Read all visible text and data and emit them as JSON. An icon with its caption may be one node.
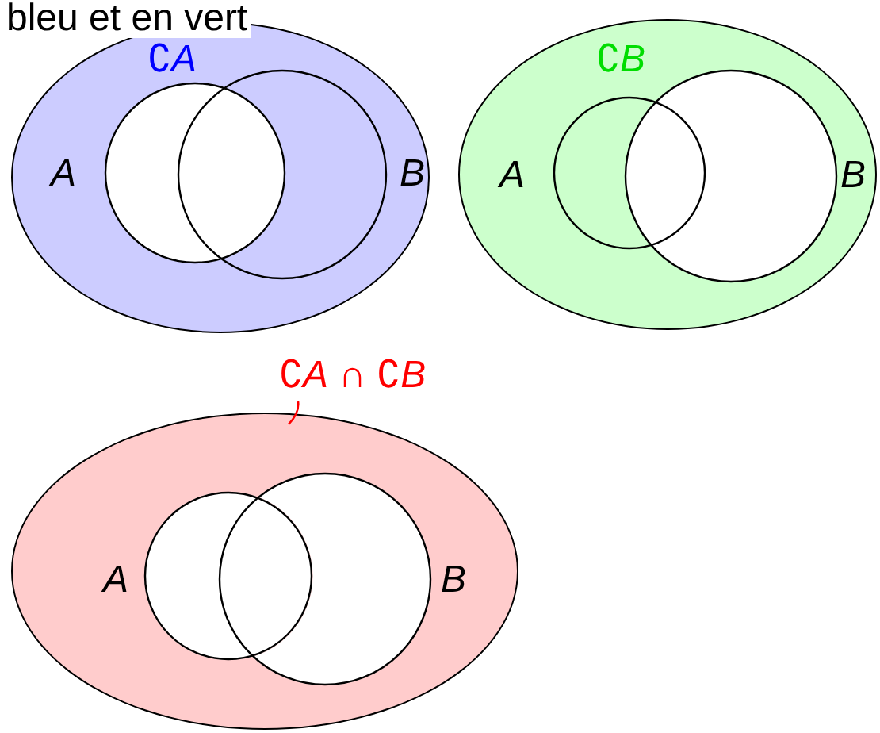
{
  "diagram": {
    "nodes": [
      {
        "text": [
          "∁*A*"
        ]
      },
      {
        "text": [
          "*A*"
        ],
        "in": 0
      },
      {
        "text": [
          "*B*"
        ],
        "in": 0
      },
      {
        "text": [
          "∁*B*"
        ]
      },
      {
        "text": [
          "*A*"
        ],
        "in": 3
      },
      {
        "text": [
          "*B*"
        ],
        "in": 3
      },
      {
        "text": [
          "∁*A* ∩ ∁*B*"
        ]
      },
      {
        "text": [],
        "shape": "ellipse"
      },
      {
        "text": [
          "*A*"
        ],
        "in": 7
      },
      {
        "text": [
          "*B*"
        ],
        "in": 7
      }
    ],
    "edges": [
      {
        "from": 6,
        "to": 7,
        "arrow": "none",
        "color": "#ff0000"
      }
    ],
    "labels": [
      "bleu et en vert"
    ]
  }
}
